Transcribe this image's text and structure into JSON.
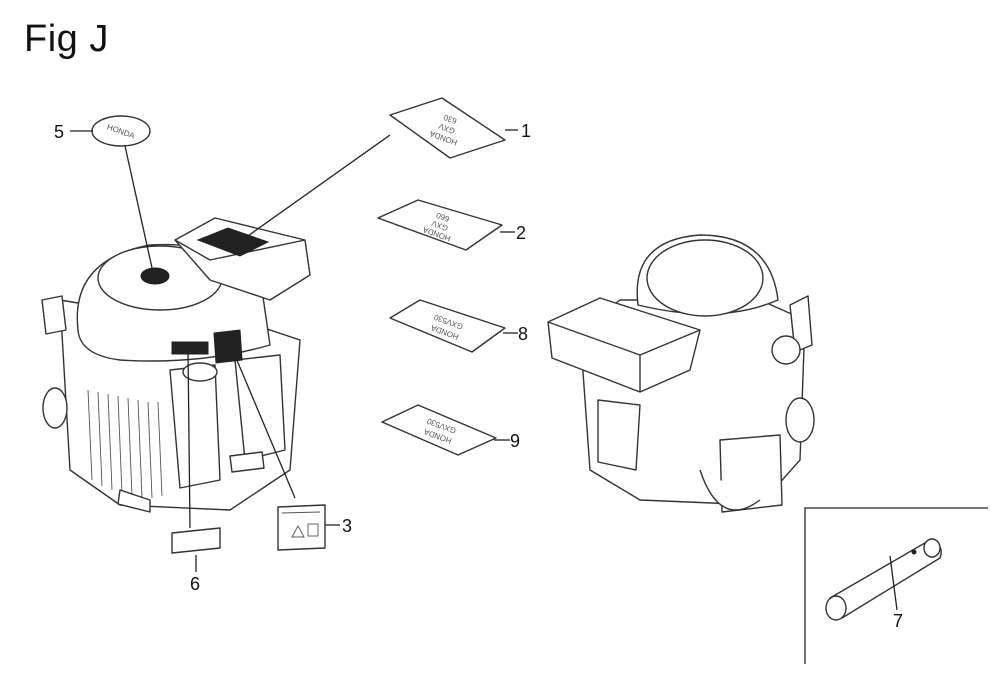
{
  "figure": {
    "title": "Fig J"
  },
  "callouts": {
    "c1": "1",
    "c2": "2",
    "c3": "3",
    "c5": "5",
    "c6": "6",
    "c7": "7",
    "c8": "8",
    "c9": "9"
  },
  "decals": {
    "d5": "HONDA",
    "d1a": "HONDA",
    "d1b": "GXV",
    "d1c": "630",
    "d2a": "HONDA",
    "d2b": "GXV",
    "d2c": "660",
    "d8a": "HONDA",
    "d8b": "GXV530",
    "d9a": "HONDA",
    "d9b": "GXV530"
  }
}
